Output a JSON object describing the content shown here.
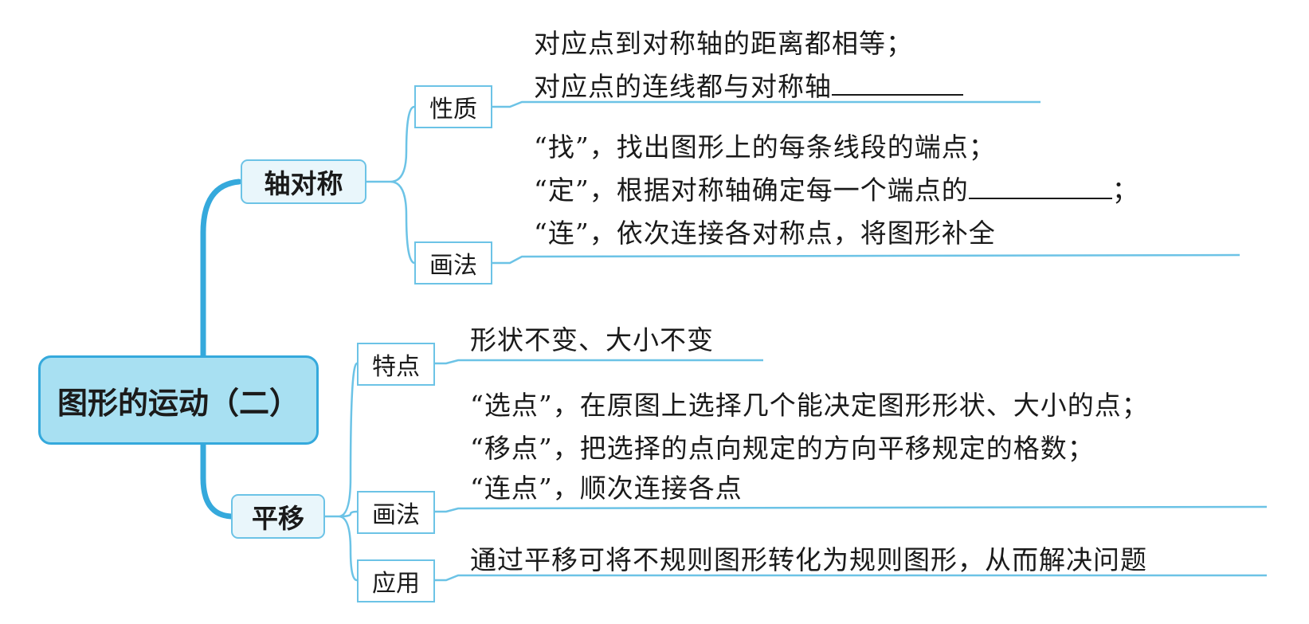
{
  "root": {
    "label": "图形的运动（二）"
  },
  "axis_symmetry": {
    "label": "轴对称",
    "property": {
      "label": "性质",
      "lines": [
        "对应点到对称轴的距离都相等；",
        "对应点的连线都与对称轴"
      ]
    },
    "drawing": {
      "label": "画法",
      "lines": [
        "“找”，找出图形上的每条线段的端点；",
        "“定”，根据对称轴确定每一个端点的",
        "“连”，依次连接各对称点，将图形补全"
      ],
      "line2_suffix": "；"
    }
  },
  "translation": {
    "label": "平移",
    "feature": {
      "label": "特点",
      "lines": [
        "形状不变、大小不变"
      ]
    },
    "drawing": {
      "label": "画法",
      "lines": [
        "“选点”，在原图上选择几个能决定图形形状、大小的点；",
        "“移点”，把选择的点向规定的方向平移规定的格数；",
        "“连点”，顺次连接各点"
      ]
    },
    "application": {
      "label": "应用",
      "lines": [
        "通过平移可将不规则图形转化为规则图形，从而解决问题"
      ]
    }
  },
  "colors": {
    "main_branch": "#35a9dc",
    "sub_branch": "#6cc3e6",
    "root_fill": "#a8e0f2"
  }
}
